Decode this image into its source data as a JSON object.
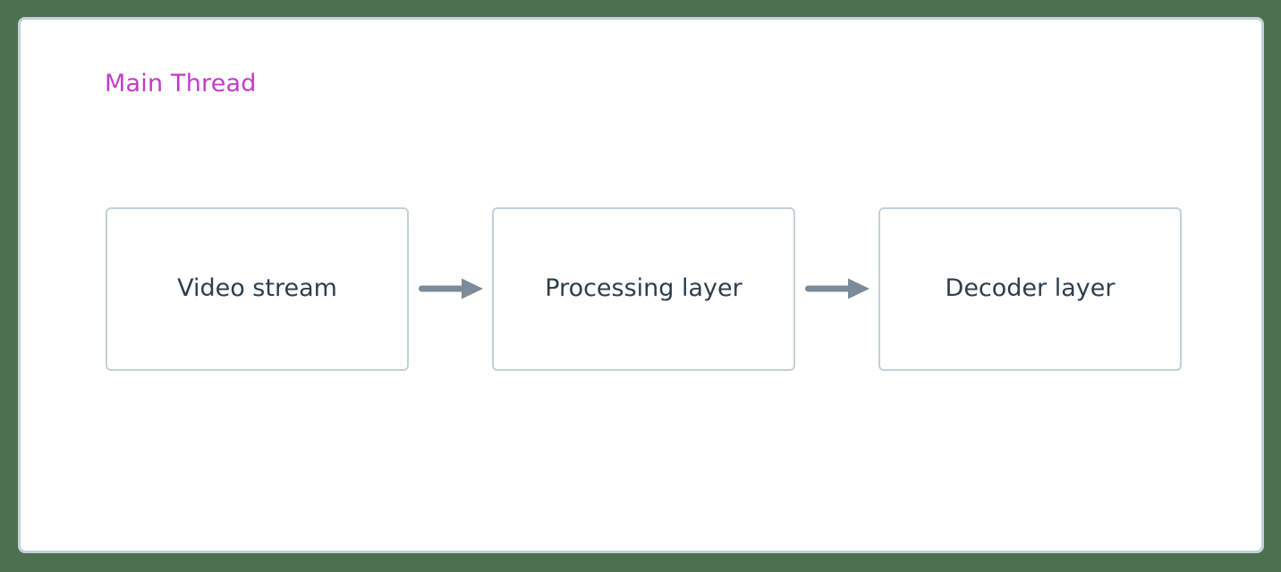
{
  "diagram": {
    "type": "flowchart",
    "direction": "left-to-right",
    "background_color": "#4d7051",
    "panel": {
      "title": "Main Thread",
      "title_color": "#c33bc9",
      "fill": "#ffffff",
      "border_color": "#c4d1db"
    },
    "node_style": {
      "fill": "#ffffff",
      "border_color": "#c2d0da",
      "text_color": "#2e3e4c"
    },
    "edge_style": {
      "color": "#7b8b99",
      "arrow_head": "solid-triangle"
    },
    "nodes": [
      {
        "id": "video-stream",
        "label": "Video stream"
      },
      {
        "id": "processing-layer",
        "label": "Processing layer"
      },
      {
        "id": "decoder-layer",
        "label": "Decoder layer"
      }
    ],
    "edges": [
      {
        "id": "edge-1",
        "from": "video-stream",
        "to": "processing-layer",
        "label": ""
      },
      {
        "id": "edge-2",
        "from": "processing-layer",
        "to": "decoder-layer",
        "label": ""
      }
    ]
  }
}
